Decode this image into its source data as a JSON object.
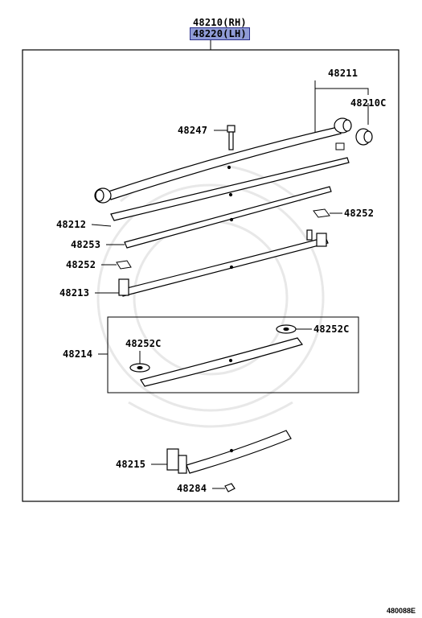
{
  "header": {
    "part_rh": "48210(RH)",
    "part_lh": "48220(LH)"
  },
  "labels": {
    "p48211": "48211",
    "p48210c": "48210C",
    "p48247": "48247",
    "p48212": "48212",
    "p48252_a": "48252",
    "p48253": "48253",
    "p48252_b": "48252",
    "p48213": "48213",
    "p48214": "48214",
    "p48252c_a": "48252C",
    "p48252c_b": "48252C",
    "p48215": "48215",
    "p48284": "48284"
  },
  "diagram_code": "480088E",
  "colors": {
    "highlight": "#8f9bd6",
    "line": "#000000",
    "watermark": "#e6e6e6"
  }
}
